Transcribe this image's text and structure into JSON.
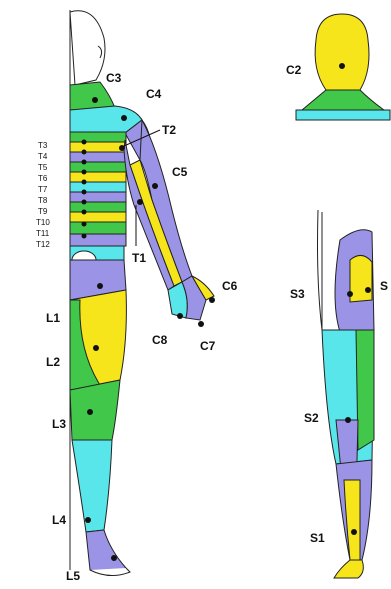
{
  "colors": {
    "yellow": "#f7e51c",
    "green": "#41c84a",
    "cyan": "#58e6ea",
    "purple": "#9a93e6",
    "outline": "#222222"
  },
  "labels": {
    "c2": "C2",
    "c3": "C3",
    "c4": "C4",
    "t2": "T2",
    "c5": "C5",
    "t1": "T1",
    "c6": "C6",
    "c7": "C7",
    "c8": "C8",
    "l1": "L1",
    "l2": "L2",
    "l3": "L3",
    "l4": "L4",
    "l5": "L5",
    "s1": "S1",
    "s2": "S2",
    "s3": "S3",
    "s4": "S",
    "thoracic": [
      "T3",
      "T4",
      "T5",
      "T6",
      "T7",
      "T8",
      "T9",
      "T10",
      "T11",
      "T12"
    ]
  }
}
